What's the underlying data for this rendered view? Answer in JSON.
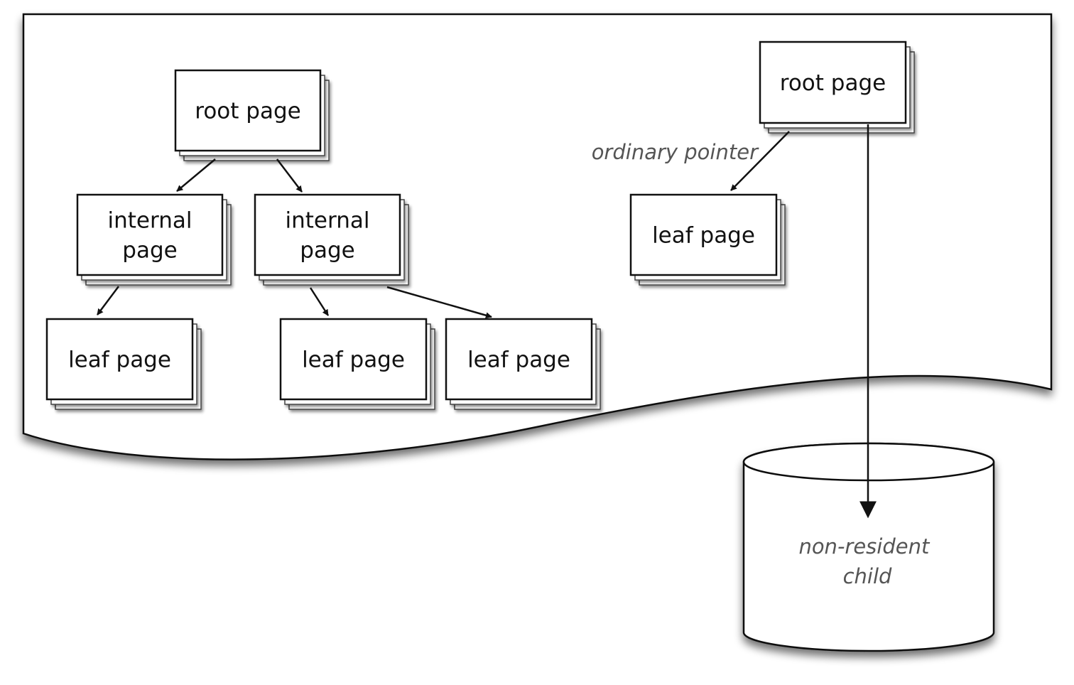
{
  "memory_region": {
    "tree_a": {
      "root": {
        "lines": [
          "root page"
        ]
      },
      "internal_left": {
        "lines": [
          "internal",
          "page"
        ]
      },
      "internal_right": {
        "lines": [
          "internal",
          "page"
        ]
      },
      "leaf_1": {
        "lines": [
          "leaf page"
        ]
      },
      "leaf_2": {
        "lines": [
          "leaf page"
        ]
      },
      "leaf_3": {
        "lines": [
          "leaf page"
        ]
      }
    },
    "tree_b": {
      "root": {
        "lines": [
          "root page"
        ]
      },
      "leaf": {
        "lines": [
          "leaf page"
        ]
      },
      "pointer_label": "ordinary pointer"
    }
  },
  "disk": {
    "lines": [
      "non-resident",
      "child"
    ]
  }
}
